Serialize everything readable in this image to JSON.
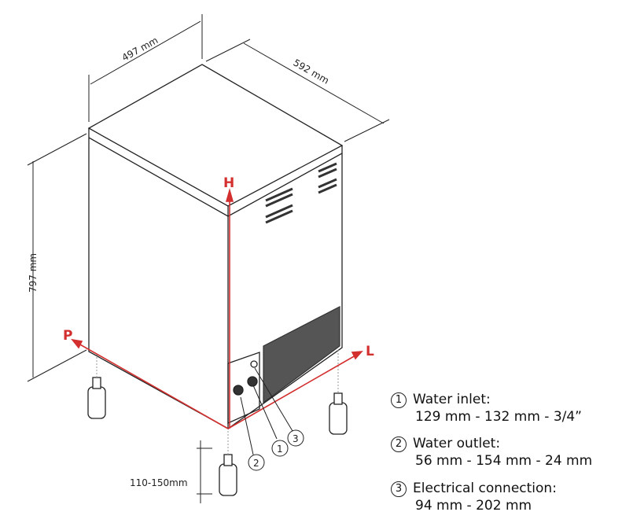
{
  "dimensions": {
    "width": "497 mm",
    "depth": "592 mm",
    "height": "797 mm",
    "feet": "110-150mm"
  },
  "axes": {
    "h": "H",
    "p": "P",
    "l": "L"
  },
  "callouts": [
    "1",
    "2",
    "3"
  ],
  "legend": [
    {
      "num": "1",
      "title": "Water inlet:",
      "detail": "129 mm  - 132 mm  - 3/4”"
    },
    {
      "num": "2",
      "title": "Water outlet:",
      "detail": "56 mm - 154 mm - 24 mm"
    },
    {
      "num": "3",
      "title": "Electrical connection:",
      "detail": "94 mm - 202 mm"
    }
  ],
  "colors": {
    "accent": "#d32f2f",
    "line": "#222222"
  }
}
